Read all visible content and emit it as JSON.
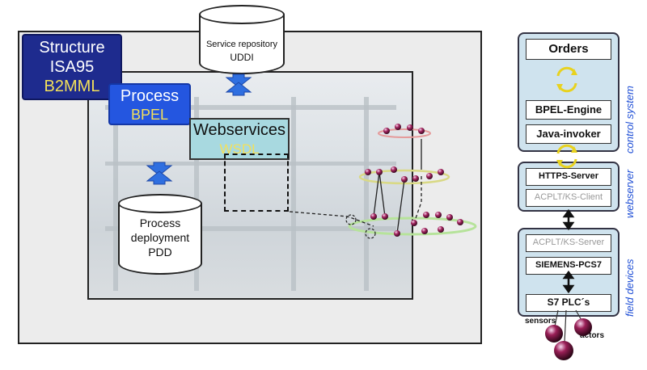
{
  "diagram": {
    "structure": {
      "line1": "Structure",
      "line2": "ISA95",
      "line3": "B2MML"
    },
    "process": {
      "line1": "Process",
      "line2": "BPEL"
    },
    "webservices": {
      "line1": "Webservices",
      "line2": "WSDL"
    },
    "repository": {
      "line1": "Service repository",
      "line2": "UDDI"
    },
    "deployment": {
      "line1": "Process",
      "line2": "deployment",
      "line3": "PDD"
    }
  },
  "stack": {
    "control": {
      "orders": "Orders",
      "bpel_engine": "BPEL-Engine",
      "java_invoker": "Java-invoker",
      "side_label": "control system"
    },
    "webserver": {
      "https_server": "HTTPS-Server",
      "ks_client": "ACPLT/KS-Client",
      "side_label": "webserver"
    },
    "field": {
      "ks_server": "ACPLT/KS-Server",
      "pcs7": "SIEMENS-PCS7",
      "plc": "S7 PLC´s",
      "sensors": "sensors",
      "actors": "actors",
      "side_label": "field devices"
    }
  },
  "colors": {
    "structure_fill": "#1e2b8e",
    "process_fill": "#2456e0",
    "webservices_fill": "#a8d9e0",
    "highlight_text": "#f3e05a",
    "arrow_blue": "#2f6fe0",
    "stack_fill": "#cfe3ee",
    "side_label": "#1f4fd6",
    "sync_icon": "#e8d21e"
  }
}
